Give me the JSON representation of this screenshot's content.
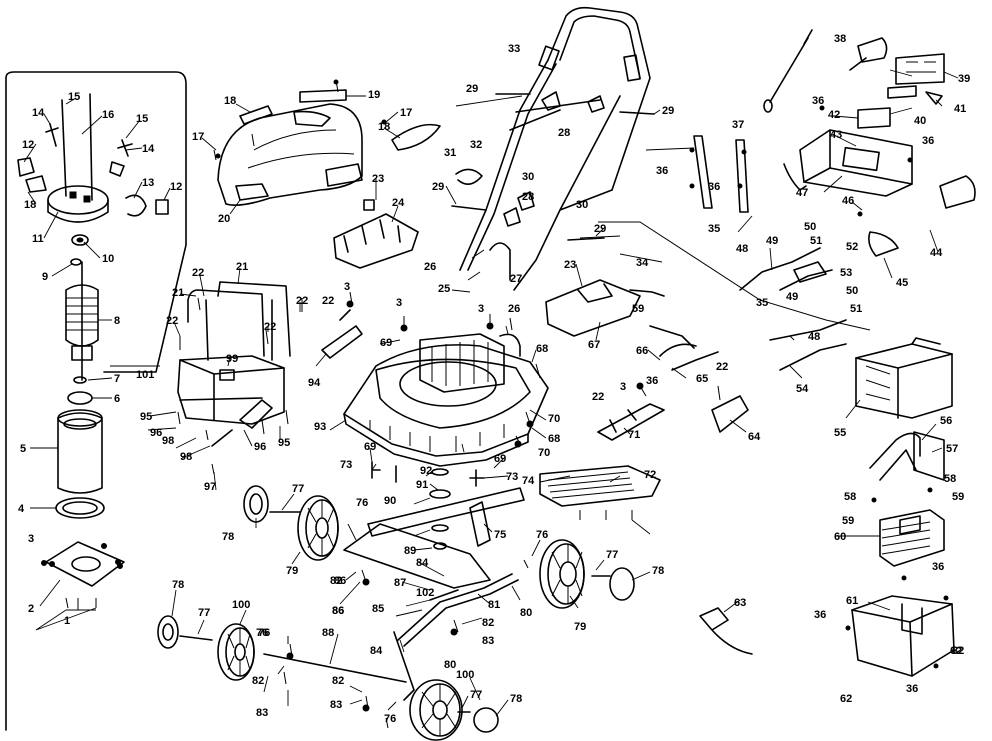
{
  "callouts": [
    {
      "text": "1"
    },
    {
      "text": "2"
    },
    {
      "text": "3"
    },
    {
      "text": "4"
    },
    {
      "text": "5"
    },
    {
      "text": "6"
    },
    {
      "text": "7"
    },
    {
      "text": "8"
    },
    {
      "text": "9"
    },
    {
      "text": "10"
    },
    {
      "text": "11"
    },
    {
      "text": "12"
    },
    {
      "text": "12"
    },
    {
      "text": "13"
    },
    {
      "text": "14"
    },
    {
      "text": "14"
    },
    {
      "text": "15"
    },
    {
      "text": "15"
    },
    {
      "text": "16"
    },
    {
      "text": "17"
    },
    {
      "text": "17"
    },
    {
      "text": "18"
    },
    {
      "text": "18"
    },
    {
      "text": "18"
    },
    {
      "text": "19"
    },
    {
      "text": "20"
    },
    {
      "text": "21"
    },
    {
      "text": "21"
    },
    {
      "text": "22"
    },
    {
      "text": "22"
    },
    {
      "text": "22"
    },
    {
      "text": "22"
    },
    {
      "text": "22"
    },
    {
      "text": "22"
    },
    {
      "text": "22"
    },
    {
      "text": "23"
    },
    {
      "text": "23"
    },
    {
      "text": "24"
    },
    {
      "text": "25"
    },
    {
      "text": "26"
    },
    {
      "text": "26"
    },
    {
      "text": "27"
    },
    {
      "text": "28"
    },
    {
      "text": "28"
    },
    {
      "text": "29"
    },
    {
      "text": "29"
    },
    {
      "text": "29"
    },
    {
      "text": "29"
    },
    {
      "text": "30"
    },
    {
      "text": "30"
    },
    {
      "text": "31"
    },
    {
      "text": "32"
    },
    {
      "text": "33"
    },
    {
      "text": "34"
    },
    {
      "text": "35"
    },
    {
      "text": "35"
    },
    {
      "text": "36"
    },
    {
      "text": "36"
    },
    {
      "text": "36"
    },
    {
      "text": "36"
    },
    {
      "text": "36"
    },
    {
      "text": "36"
    },
    {
      "text": "36"
    },
    {
      "text": "36"
    },
    {
      "text": "37"
    },
    {
      "text": "38"
    },
    {
      "text": "39"
    },
    {
      "text": "40"
    },
    {
      "text": "41"
    },
    {
      "text": "42"
    },
    {
      "text": "43"
    },
    {
      "text": "44"
    },
    {
      "text": "45"
    },
    {
      "text": "46"
    },
    {
      "text": "47"
    },
    {
      "text": "48"
    },
    {
      "text": "48"
    },
    {
      "text": "49"
    },
    {
      "text": "49"
    },
    {
      "text": "50"
    },
    {
      "text": "50"
    },
    {
      "text": "51"
    },
    {
      "text": "51"
    },
    {
      "text": "52"
    },
    {
      "text": "53"
    },
    {
      "text": "54"
    },
    {
      "text": "55"
    },
    {
      "text": "56"
    },
    {
      "text": "57"
    },
    {
      "text": "58"
    },
    {
      "text": "58"
    },
    {
      "text": "59"
    },
    {
      "text": "59"
    },
    {
      "text": "59"
    },
    {
      "text": "60"
    },
    {
      "text": "61"
    },
    {
      "text": "62"
    },
    {
      "text": "62"
    },
    {
      "text": "63"
    },
    {
      "text": "64"
    },
    {
      "text": "65"
    },
    {
      "text": "66"
    },
    {
      "text": "67"
    },
    {
      "text": "68"
    },
    {
      "text": "68"
    },
    {
      "text": "69"
    },
    {
      "text": "69"
    },
    {
      "text": "69"
    },
    {
      "text": "70"
    },
    {
      "text": "70"
    },
    {
      "text": "71"
    },
    {
      "text": "72"
    },
    {
      "text": "73"
    },
    {
      "text": "73"
    },
    {
      "text": "74"
    },
    {
      "text": "75"
    },
    {
      "text": "76"
    },
    {
      "text": "76"
    },
    {
      "text": "76"
    },
    {
      "text": "76"
    },
    {
      "text": "77"
    },
    {
      "text": "77"
    },
    {
      "text": "77"
    },
    {
      "text": "77"
    },
    {
      "text": "78"
    },
    {
      "text": "78"
    },
    {
      "text": "78"
    },
    {
      "text": "78"
    },
    {
      "text": "79"
    },
    {
      "text": "79"
    },
    {
      "text": "80"
    },
    {
      "text": "80"
    },
    {
      "text": "81"
    },
    {
      "text": "82"
    },
    {
      "text": "82"
    },
    {
      "text": "82"
    },
    {
      "text": "82"
    },
    {
      "text": "82"
    },
    {
      "text": "83"
    },
    {
      "text": "83"
    },
    {
      "text": "83"
    },
    {
      "text": "84"
    },
    {
      "text": "84"
    },
    {
      "text": "85"
    },
    {
      "text": "86"
    },
    {
      "text": "87"
    },
    {
      "text": "88"
    },
    {
      "text": "89"
    },
    {
      "text": "90"
    },
    {
      "text": "91"
    },
    {
      "text": "92"
    },
    {
      "text": "93"
    },
    {
      "text": "94"
    },
    {
      "text": "95"
    },
    {
      "text": "95"
    },
    {
      "text": "96"
    },
    {
      "text": "96"
    },
    {
      "text": "97"
    },
    {
      "text": "98"
    },
    {
      "text": "98"
    },
    {
      "text": "99"
    },
    {
      "text": "100"
    },
    {
      "text": "100"
    },
    {
      "text": "101"
    },
    {
      "text": "102"
    },
    {
      "text": "3"
    },
    {
      "text": "3"
    },
    {
      "text": "3"
    },
    {
      "text": "3"
    },
    {
      "text": "86"
    },
    {
      "text": "76"
    },
    {
      "text": "86"
    }
  ]
}
